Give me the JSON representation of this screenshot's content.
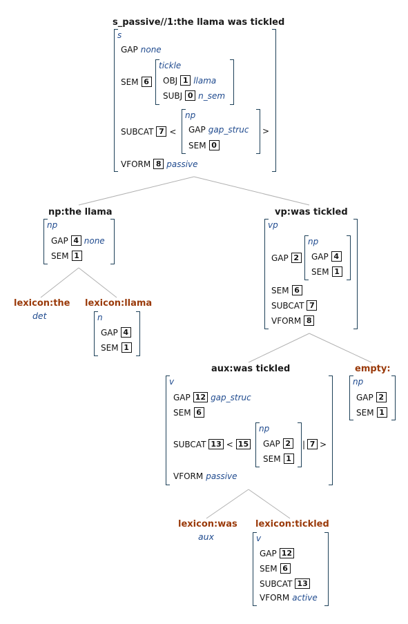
{
  "root": {
    "title": "s_passive//1:the llama was tickled",
    "type": "s",
    "gap": {
      "feature": "GAP",
      "value": "none"
    },
    "sem": {
      "feature": "SEM",
      "tag": "6",
      "inner": {
        "type": "tickle",
        "obj": {
          "feature": "OBJ",
          "tag": "1",
          "value": "llama"
        },
        "subj": {
          "feature": "SUBJ",
          "tag": "0",
          "value": "n_sem"
        }
      }
    },
    "subcat": {
      "feature": "SUBCAT",
      "tag": "7",
      "open": "<",
      "close": ">",
      "inner": {
        "type": "np",
        "gap": {
          "feature": "GAP",
          "value": "gap_struc"
        },
        "sem": {
          "feature": "SEM",
          "tag": "0"
        }
      }
    },
    "vform": {
      "feature": "VFORM",
      "tag": "8",
      "value": "passive"
    }
  },
  "np_node": {
    "title": "np:the llama",
    "type": "np",
    "gap": {
      "feature": "GAP",
      "tag": "4",
      "value": "none"
    },
    "sem": {
      "feature": "SEM",
      "tag": "1"
    }
  },
  "lex_the": {
    "title": "lexicon:the",
    "cat": "det"
  },
  "lex_llama": {
    "title": "lexicon:llama",
    "type": "n",
    "gap": {
      "feature": "GAP",
      "tag": "4"
    },
    "sem": {
      "feature": "SEM",
      "tag": "1"
    }
  },
  "vp_node": {
    "title": "vp:was tickled",
    "type": "vp",
    "gap": {
      "feature": "GAP",
      "tag": "2",
      "inner": {
        "type": "np",
        "gap": {
          "feature": "GAP",
          "tag": "4"
        },
        "sem": {
          "feature": "SEM",
          "tag": "1"
        }
      }
    },
    "sem": {
      "feature": "SEM",
      "tag": "6"
    },
    "subcat": {
      "feature": "SUBCAT",
      "tag": "7"
    },
    "vform": {
      "feature": "VFORM",
      "tag": "8"
    }
  },
  "aux_node": {
    "title": "aux:was tickled",
    "type": "v",
    "gap": {
      "feature": "GAP",
      "tag": "12",
      "value": "gap_struc"
    },
    "sem": {
      "feature": "SEM",
      "tag": "6"
    },
    "subcat": {
      "feature": "SUBCAT",
      "tag": "13",
      "open": "<",
      "tag2": "15",
      "sep": "|",
      "tag3": "7",
      "close": ">",
      "inner": {
        "type": "np",
        "gap": {
          "feature": "GAP",
          "tag": "2"
        },
        "sem": {
          "feature": "SEM",
          "tag": "1"
        }
      }
    },
    "vform": {
      "feature": "VFORM",
      "value": "passive"
    }
  },
  "empty_node": {
    "title": "empty:",
    "type": "np",
    "gap": {
      "feature": "GAP",
      "tag": "2"
    },
    "sem": {
      "feature": "SEM",
      "tag": "1"
    }
  },
  "lex_was": {
    "title": "lexicon:was",
    "cat": "aux"
  },
  "lex_tickled": {
    "title": "lexicon:tickled",
    "type": "v",
    "gap": {
      "feature": "GAP",
      "tag": "12"
    },
    "sem": {
      "feature": "SEM",
      "tag": "6"
    },
    "subcat": {
      "feature": "SUBCAT",
      "tag": "13"
    },
    "vform": {
      "feature": "VFORM",
      "value": "active"
    }
  },
  "colors": {
    "node_title": "#1a1a1a",
    "lexicon_title": "#9a3a0a",
    "type_value": "#1f4a8e",
    "bracket": "#1c3f57",
    "edge": "#b0b0b0"
  }
}
